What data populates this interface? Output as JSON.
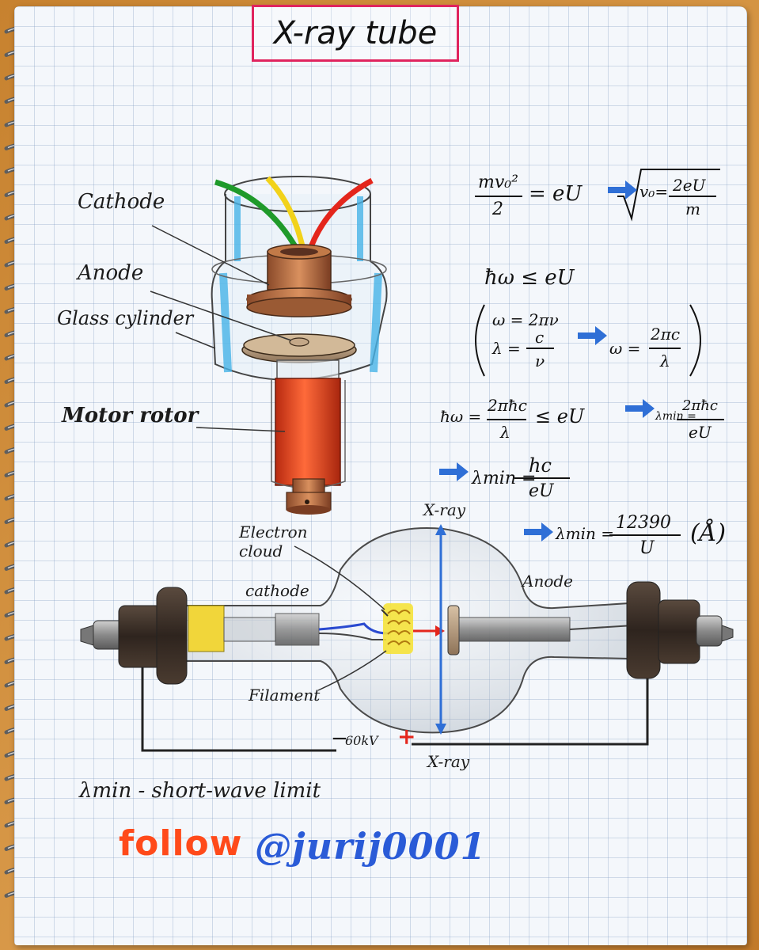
{
  "title": "X-ray tube",
  "labels": {
    "cathode_top": "Cathode",
    "anode_top": "Anode",
    "glass_cylinder": "Glass cylinder",
    "motor_rotor": "Motor rotor",
    "electron_cloud_1": "Electron",
    "electron_cloud_2": "cloud",
    "cathode_tube": "cathode",
    "anode_tube": "Anode",
    "filament": "Filament",
    "xray_top": "X-ray",
    "xray_bottom": "X-ray",
    "voltage": "60kV",
    "minus": "−",
    "plus": "+"
  },
  "equations": {
    "eq1_num": "mv₀²",
    "eq1_den": "2",
    "eq1_rhs": "= eU",
    "eq1_v": "v₀=",
    "eq1_sqrt_num": "2eU",
    "eq1_sqrt_den": "m",
    "eq2": "ħω ≤ eU",
    "eq3a": "ω = 2πν",
    "eq3b_lhs": "λ =",
    "eq3b_num": "c",
    "eq3b_den": "ν",
    "eq3c_lhs": "ω =",
    "eq3c_num": "2πc",
    "eq3c_den": "λ",
    "eq4_lhs": "ħω =",
    "eq4_num": "2πħc",
    "eq4_den": "λ",
    "eq4_mid": "≤ eU",
    "eq4_res_lhs": "λmin =",
    "eq4_res_num": "2πħc",
    "eq4_res_den": "eU",
    "eq5_lhs": "λmin =",
    "eq5_num": "hc",
    "eq5_den": "eU",
    "eq6_lhs": "λmin =",
    "eq6_num": "12390",
    "eq6_den": "U",
    "eq6_unit": "(Å)"
  },
  "footnote": "λmin - short-wave limit",
  "follow": {
    "word": "follow",
    "handle": "@jurij0001"
  },
  "colors": {
    "title_border": "#e0245e",
    "arrow_blue": "#2f6fd6",
    "rotor_red": "#e8401f",
    "follow_orange": "#ff4a1a",
    "follow_blue": "#2a5bd7",
    "glass_blue": "#48b4e8",
    "filament_yellow": "#f5e23a"
  }
}
